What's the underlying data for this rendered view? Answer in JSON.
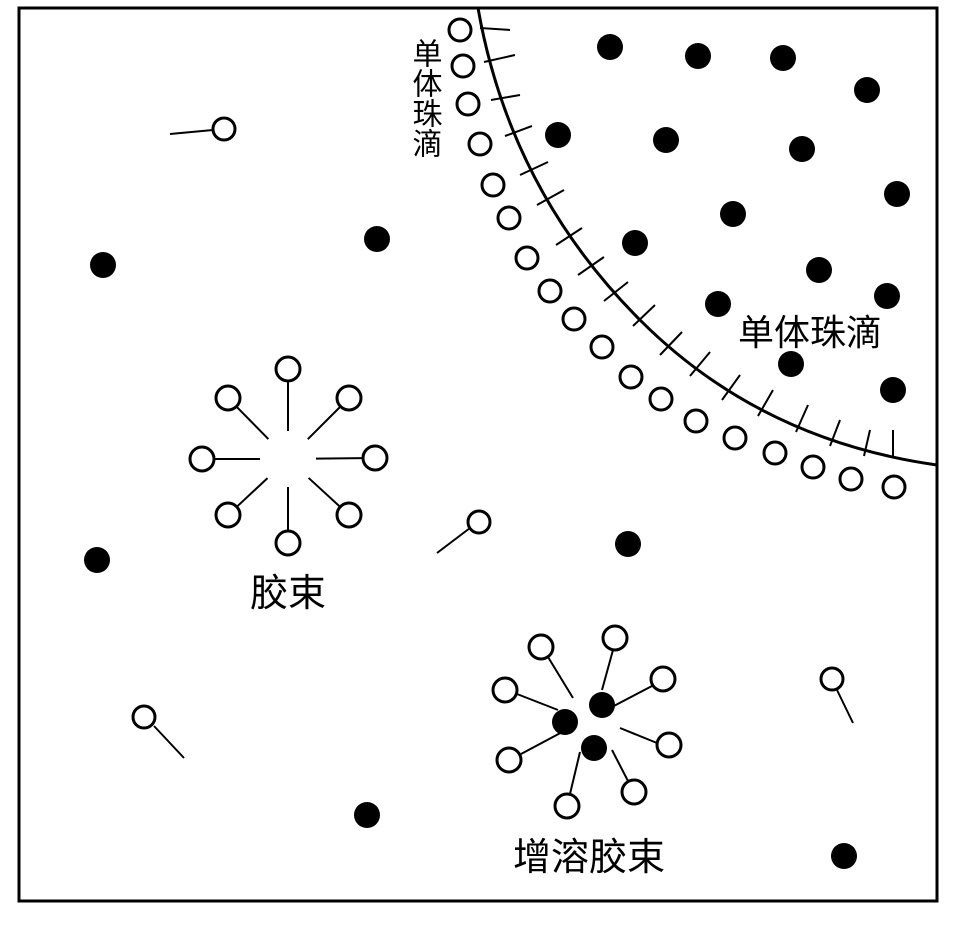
{
  "labels": {
    "droplet_vertical": "单体珠滴",
    "droplet": "单体珠滴",
    "micelle": "胶束",
    "solubilized_micelle": "增溶胶束"
  },
  "colors": {
    "ink": "#000000",
    "background": "#ffffff"
  }
}
